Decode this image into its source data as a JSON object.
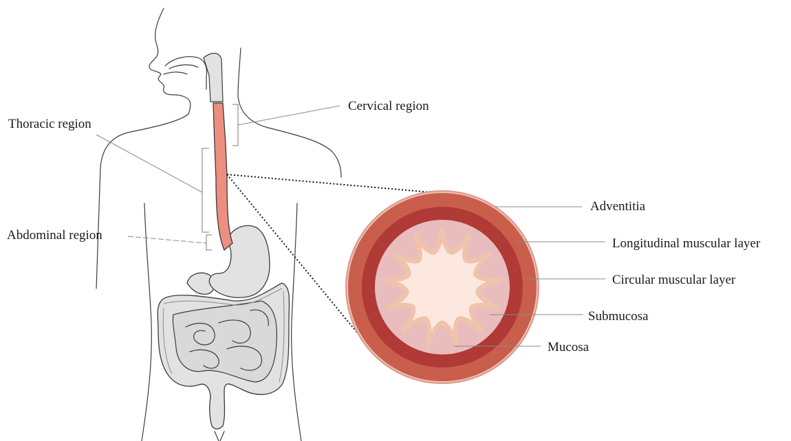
{
  "labels": {
    "cervical": "Cervical region",
    "thoracic": "Thoracic region",
    "abdominal": "Abdominal region",
    "adventitia": "Adventitia",
    "longitudinal": "Longitudinal muscular layer",
    "circular": "Circular muscular layer",
    "submucosa": "Submucosa",
    "mucosa": "Mucosa"
  },
  "colors": {
    "esophagus": "#ec8f80",
    "adventitia": "#c95e4c",
    "longitudinal": "#b03a36",
    "submucosa": "#e9bcbd",
    "mucosa_fill": "#fde8df",
    "mucosa_edge": "#f0c3ad",
    "organs": "#e2e2e2"
  }
}
